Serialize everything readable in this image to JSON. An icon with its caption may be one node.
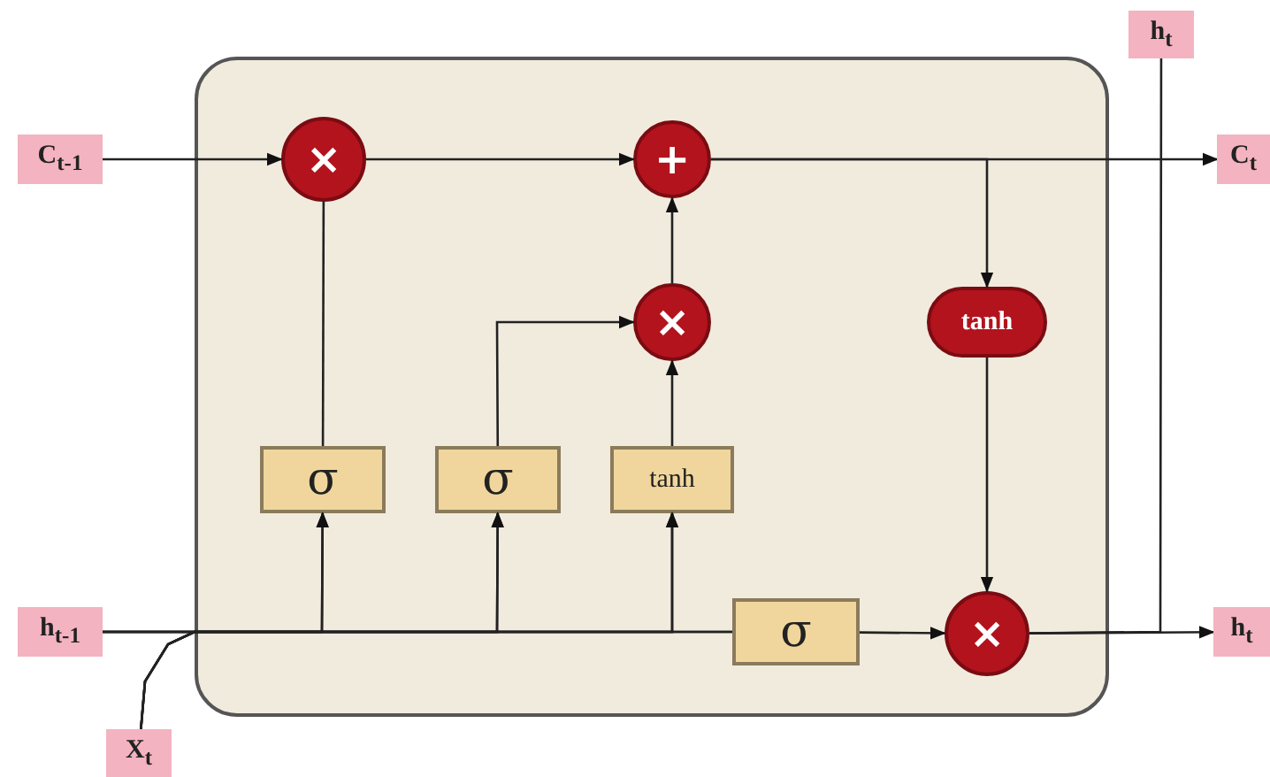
{
  "diagram": {
    "nodes": [
      {
        "text": [],
        "shape": "box"
      },
      {
        "text": [
          "C$_{t-1}$"
        ]
      },
      {
        "text": [
          "h$_{t}$"
        ]
      },
      {
        "text": [
          "C$_{t}$"
        ]
      },
      {
        "text": [
          "×"
        ],
        "in": 0
      },
      {
        "text": [
          "+"
        ],
        "in": 0
      },
      {
        "text": [
          "×"
        ],
        "in": 0
      },
      {
        "text": [
          "tanh"
        ],
        "in": 0
      },
      {
        "text": [
          "σ"
        ],
        "in": 0
      },
      {
        "text": [
          "σ"
        ],
        "in": 0
      },
      {
        "text": [
          "tanh"
        ],
        "in": 0
      },
      {
        "text": [
          "h$_{t-1}$"
        ]
      },
      {
        "text": [
          "σ"
        ],
        "in": 0
      },
      {
        "text": [
          "×"
        ],
        "in": 0
      },
      {
        "text": [
          "h$_{t}$"
        ]
      },
      {
        "text": [
          "X$_{t}$"
        ]
      }
    ],
    "edges": [
      {
        "from": 1,
        "to": 4,
        "arrow": "to"
      },
      {
        "from": 4,
        "to": 5,
        "arrow": "to"
      },
      {
        "from": 5,
        "to": 3,
        "arrow": "to"
      },
      {
        "from": 5,
        "to": 7,
        "arrow": "to"
      },
      {
        "from": 8,
        "to": 4,
        "arrow": "none"
      },
      {
        "from": 9,
        "to": 6,
        "arrow": "to"
      },
      {
        "from": 10,
        "to": 6,
        "arrow": "to"
      },
      {
        "from": 6,
        "to": 5,
        "arrow": "to"
      },
      {
        "from": 11,
        "to": 8,
        "arrow": "to"
      },
      {
        "from": 11,
        "to": 9,
        "arrow": "to"
      },
      {
        "from": 11,
        "to": 10,
        "arrow": "to"
      },
      {
        "from": 11,
        "to": 12,
        "arrow": "none"
      },
      {
        "from": 12,
        "to": 13,
        "arrow": "to"
      },
      {
        "from": 7,
        "to": 13,
        "arrow": "to"
      },
      {
        "from": 13,
        "to": 14,
        "arrow": "to"
      },
      {
        "from": 13,
        "to": 2,
        "arrow": "none"
      },
      {
        "from": 15,
        "to": 8,
        "arrow": "to"
      },
      {
        "from": 15,
        "to": 9,
        "arrow": "to"
      },
      {
        "from": 15,
        "to": 10,
        "arrow": "to"
      },
      {
        "from": 15,
        "to": 12,
        "arrow": "none"
      }
    ]
  }
}
